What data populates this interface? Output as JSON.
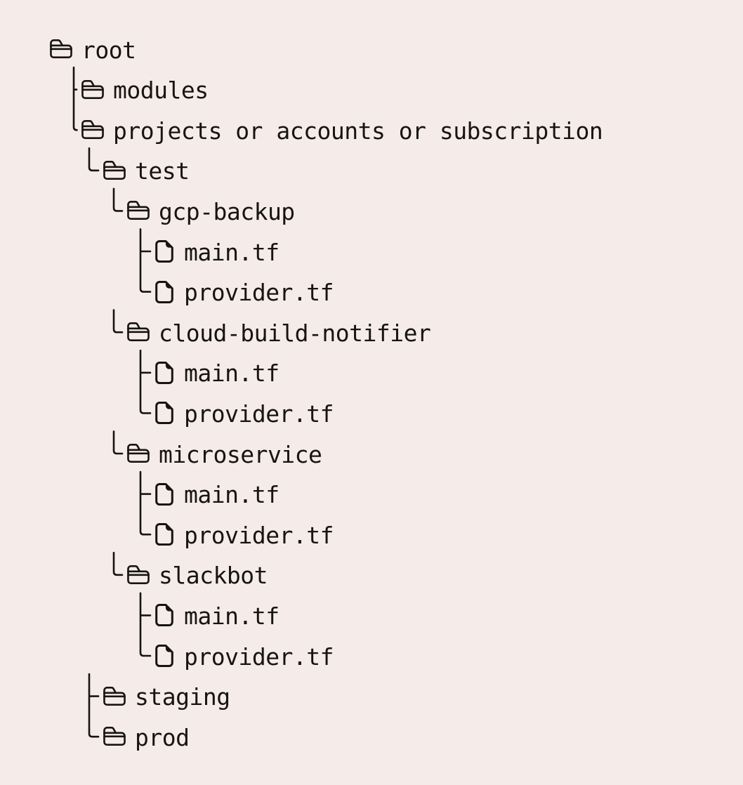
{
  "page": {
    "background": "#f5ece9",
    "ink": "#171412"
  },
  "tree": {
    "rows": [
      {
        "label": "root",
        "icon": "folder-icon",
        "level": 0,
        "connector": "none"
      },
      {
        "label": "modules",
        "icon": "folder-icon",
        "level": 1,
        "connector": "branch"
      },
      {
        "label": "projects or accounts or subscription",
        "icon": "folder-icon",
        "level": 1,
        "connector": "last"
      },
      {
        "label": "test",
        "icon": "folder-icon",
        "level": 2,
        "connector": "last"
      },
      {
        "label": "gcp-backup",
        "icon": "folder-icon",
        "level": 3,
        "connector": "last"
      },
      {
        "label": "main.tf",
        "icon": "file-icon",
        "level": 4,
        "connector": "branch"
      },
      {
        "label": "provider.tf",
        "icon": "file-icon",
        "level": 4,
        "connector": "last"
      },
      {
        "label": "cloud-build-notifier",
        "icon": "folder-icon",
        "level": 3,
        "connector": "last"
      },
      {
        "label": "main.tf",
        "icon": "file-icon",
        "level": 4,
        "connector": "branch"
      },
      {
        "label": "provider.tf",
        "icon": "file-icon",
        "level": 4,
        "connector": "last"
      },
      {
        "label": "microservice",
        "icon": "folder-icon",
        "level": 3,
        "connector": "last"
      },
      {
        "label": "main.tf",
        "icon": "file-icon",
        "level": 4,
        "connector": "branch"
      },
      {
        "label": "provider.tf",
        "icon": "file-icon",
        "level": 4,
        "connector": "last"
      },
      {
        "label": "slackbot",
        "icon": "folder-icon",
        "level": 3,
        "connector": "last"
      },
      {
        "label": "main.tf",
        "icon": "file-icon",
        "level": 4,
        "connector": "branch"
      },
      {
        "label": "provider.tf",
        "icon": "file-icon",
        "level": 4,
        "connector": "last"
      },
      {
        "label": "staging",
        "icon": "folder-icon",
        "level": 2,
        "connector": "branch"
      },
      {
        "label": "prod",
        "icon": "folder-icon",
        "level": 2,
        "connector": "last"
      }
    ]
  }
}
